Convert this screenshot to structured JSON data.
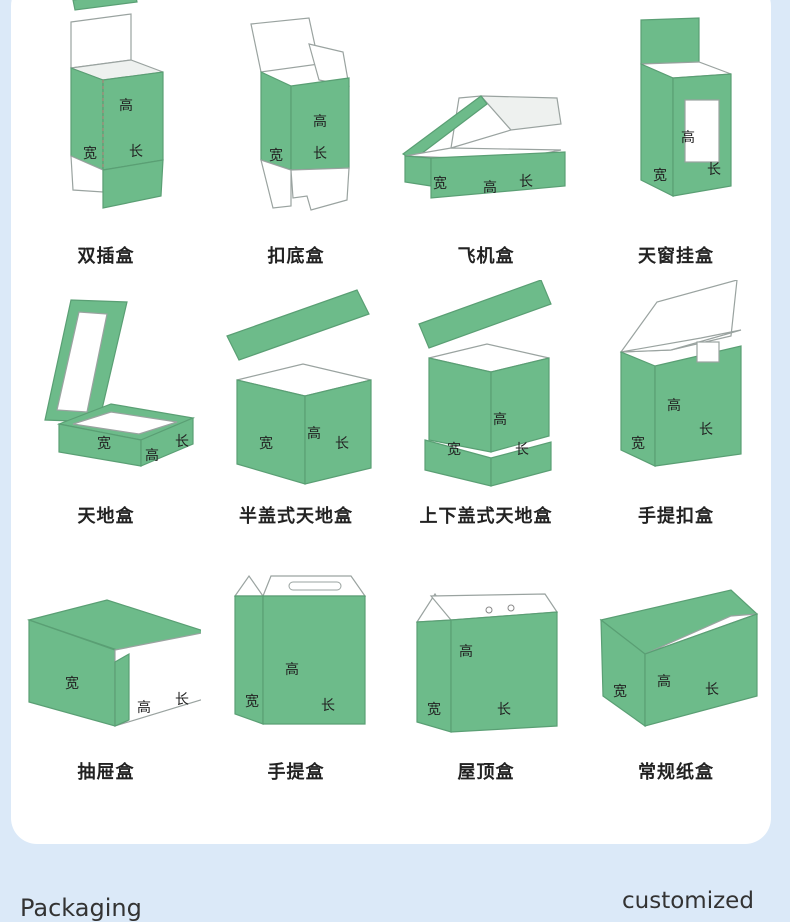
{
  "dims": {
    "width": "宽",
    "height": "高",
    "length": "长"
  },
  "boxes": [
    {
      "label": "双插盒",
      "icon": "tuck-end-box-icon"
    },
    {
      "label": "扣底盒",
      "icon": "lock-bottom-box-icon"
    },
    {
      "label": "飞机盒",
      "icon": "mailer-box-icon"
    },
    {
      "label": "天窗挂盒",
      "icon": "window-hanger-box-icon"
    },
    {
      "label": "天地盒",
      "icon": "lid-base-box-icon"
    },
    {
      "label": "半盖式天地盒",
      "icon": "half-lid-box-icon"
    },
    {
      "label": "上下盖式天地盒",
      "icon": "top-bottom-lid-box-icon"
    },
    {
      "label": "手提扣盒",
      "icon": "handle-lock-box-icon"
    },
    {
      "label": "抽屉盒",
      "icon": "drawer-box-icon"
    },
    {
      "label": "手提盒",
      "icon": "handle-box-icon"
    },
    {
      "label": "屋顶盒",
      "icon": "gable-roof-box-icon"
    },
    {
      "label": "常规纸盒",
      "icon": "regular-carton-icon"
    }
  ],
  "footer": {
    "left": "Packaging",
    "right": "customized"
  },
  "colors": {
    "box_green": "#6dbb8a",
    "page_bg": "#dbe9f8",
    "card_bg": "#ffffff"
  }
}
